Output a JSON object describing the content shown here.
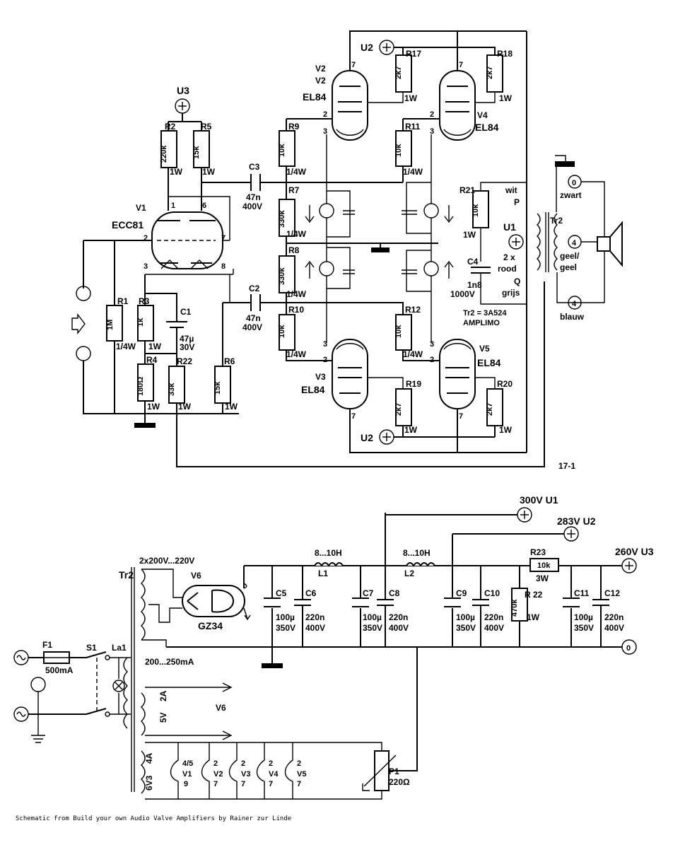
{
  "amp": {
    "tube_v1": "V1",
    "tube_v1_type": "ECC81",
    "tube_v2": "V2",
    "tube_v2_dup": "V2",
    "tube_v2_type": "EL84",
    "tube_v3": "V3",
    "tube_v3_type": "EL84",
    "tube_v4": "V4",
    "tube_v4_type": "EL84",
    "tube_v5": "V5",
    "tube_v5_type": "EL84",
    "supply_u3": "U3",
    "supply_u2_top": "U2",
    "supply_u2_bottom": "U2",
    "supply_u1": "U1",
    "r1": "R1",
    "r1_val": "1M",
    "r1_w": "1/4W",
    "r2": "R2",
    "r2_val": "220k",
    "r2_w": "1W",
    "r3": "R3",
    "r3_val": "1k",
    "r3_w": "1W",
    "r4": "R4",
    "r4_val": "180Ω",
    "r4_w": "1W",
    "r5": "R5",
    "r5_val": "15k",
    "r5_w": "1W",
    "r6": "R6",
    "r6_val": "15k",
    "r6_w": "1W",
    "r22": "R22",
    "r22_val": "33k",
    "r22_w": "1W",
    "c1": "C1",
    "c1_val": "47µ",
    "c1_v": "30V",
    "c3": "C3",
    "c3_val": "47n",
    "c3_v": "400V",
    "c2": "C2",
    "c2_val": "47n",
    "c2_v": "400V",
    "r7": "R7",
    "r7_val": "330k",
    "r7_w": "1/4W",
    "r8": "R8",
    "r8_val": "330k",
    "r8_w": "1/4W",
    "r9": "R9",
    "r9_val": "10k",
    "r9_w": "1/4W",
    "r10": "R10",
    "r10_val": "10k",
    "r10_w": "1/4W",
    "r11": "R11",
    "r11_val": "10k",
    "r11_w": "1/4W",
    "r12": "R12",
    "r12_val": "10k",
    "r12_w": "1/4W",
    "r17": "R17",
    "r17_val": "2k7",
    "r17_w": "1W",
    "r18": "R18",
    "r18_val": "2k7",
    "r18_w": "1W",
    "r19": "R19",
    "r19_val": "2k7",
    "r19_w": "1W",
    "r20": "R20",
    "r20_val": "2k7",
    "r20_w": "1W",
    "r21": "R21",
    "r21_val": "10k",
    "r21_w": "1W",
    "c4": "C4",
    "c4_val": "1n8",
    "c4_v": "1000V",
    "opt_wit": "wit",
    "opt_p": "P",
    "opt_2x": "2 x",
    "opt_rood": "rood",
    "opt_q": "Q",
    "opt_grijs": "grijs",
    "opt_tr": "Tr2",
    "opt_note": "Tr2 = 3A524",
    "opt_brand": "AMPLIMO",
    "tap_0": "0",
    "tap_zwart": "zwart",
    "tap_4a": "4",
    "tap_geel": "geel/",
    "tap_geel2": "geel",
    "tap_4b": "4",
    "tap_blauw": "blauw",
    "fig_id": "17-1",
    "pin1": "1",
    "pin6": "6",
    "pin2": "2",
    "pin7": "7",
    "pin3": "3",
    "pin8": "8"
  },
  "psu": {
    "u1": "300V U1",
    "u2": "283V U2",
    "u3": "260V U3",
    "zero": "0",
    "tr": "Tr2",
    "sec": "2x200V...220V",
    "cur": "200...250mA",
    "v6": "V6",
    "v6_type": "GZ34",
    "v6_heat": "V6",
    "l1": "L1",
    "l1_val": "8...10H",
    "l2": "L2",
    "l2_val": "8...10H",
    "c5": "C5",
    "c5_val": "100µ",
    "c5_v": "350V",
    "c6": "C6",
    "c6_val": "220n",
    "c6_v": "400V",
    "c7": "C7",
    "c7_val": "100µ",
    "c7_v": "350V",
    "c8": "C8",
    "c8_val": "220n",
    "c8_v": "400V",
    "c9": "C9",
    "c9_val": "100µ",
    "c9_v": "350V",
    "c10": "C10",
    "c10_val": "220n",
    "c10_v": "400V",
    "c11": "C11",
    "c11_val": "100µ",
    "c11_v": "350V",
    "c12": "C12",
    "c12_val": "220n",
    "c12_v": "400V",
    "r22": "R 22",
    "r22_val": "470k",
    "r22_w": "1W",
    "r23": "R23",
    "r23_val": "10k",
    "r23_w": "3W",
    "f1": "F1",
    "f1_val": "500mA",
    "s1": "S1",
    "la1": "La1",
    "w_2a": "2A",
    "w_5v": "5V",
    "w_4a": "4A",
    "w_6v3": "6V3",
    "heat_pins": [
      "4/5",
      "2",
      "2",
      "2",
      "2"
    ],
    "heat_tubes": [
      "V1",
      "V2",
      "V3",
      "V4",
      "V5"
    ],
    "heat_pins2": [
      "9",
      "7",
      "7",
      "7",
      "7"
    ],
    "p1": "P1",
    "p1_val": "220Ω"
  },
  "caption": "Schematic from Build your own Audio Valve Amplifiers by Rainer zur Linde"
}
